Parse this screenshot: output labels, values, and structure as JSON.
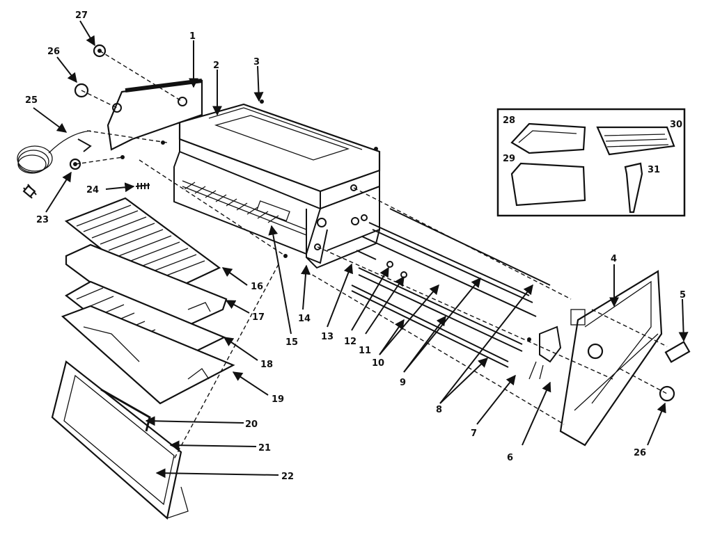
{
  "diagram": {
    "callouts": [
      "1",
      "2",
      "3",
      "4",
      "5",
      "6",
      "7",
      "8",
      "9",
      "10",
      "11",
      "12",
      "13",
      "14",
      "15",
      "16",
      "17",
      "18",
      "19",
      "20",
      "21",
      "22",
      "23",
      "24",
      "25",
      "26",
      "26",
      "27",
      "28",
      "29",
      "30",
      "31"
    ]
  }
}
